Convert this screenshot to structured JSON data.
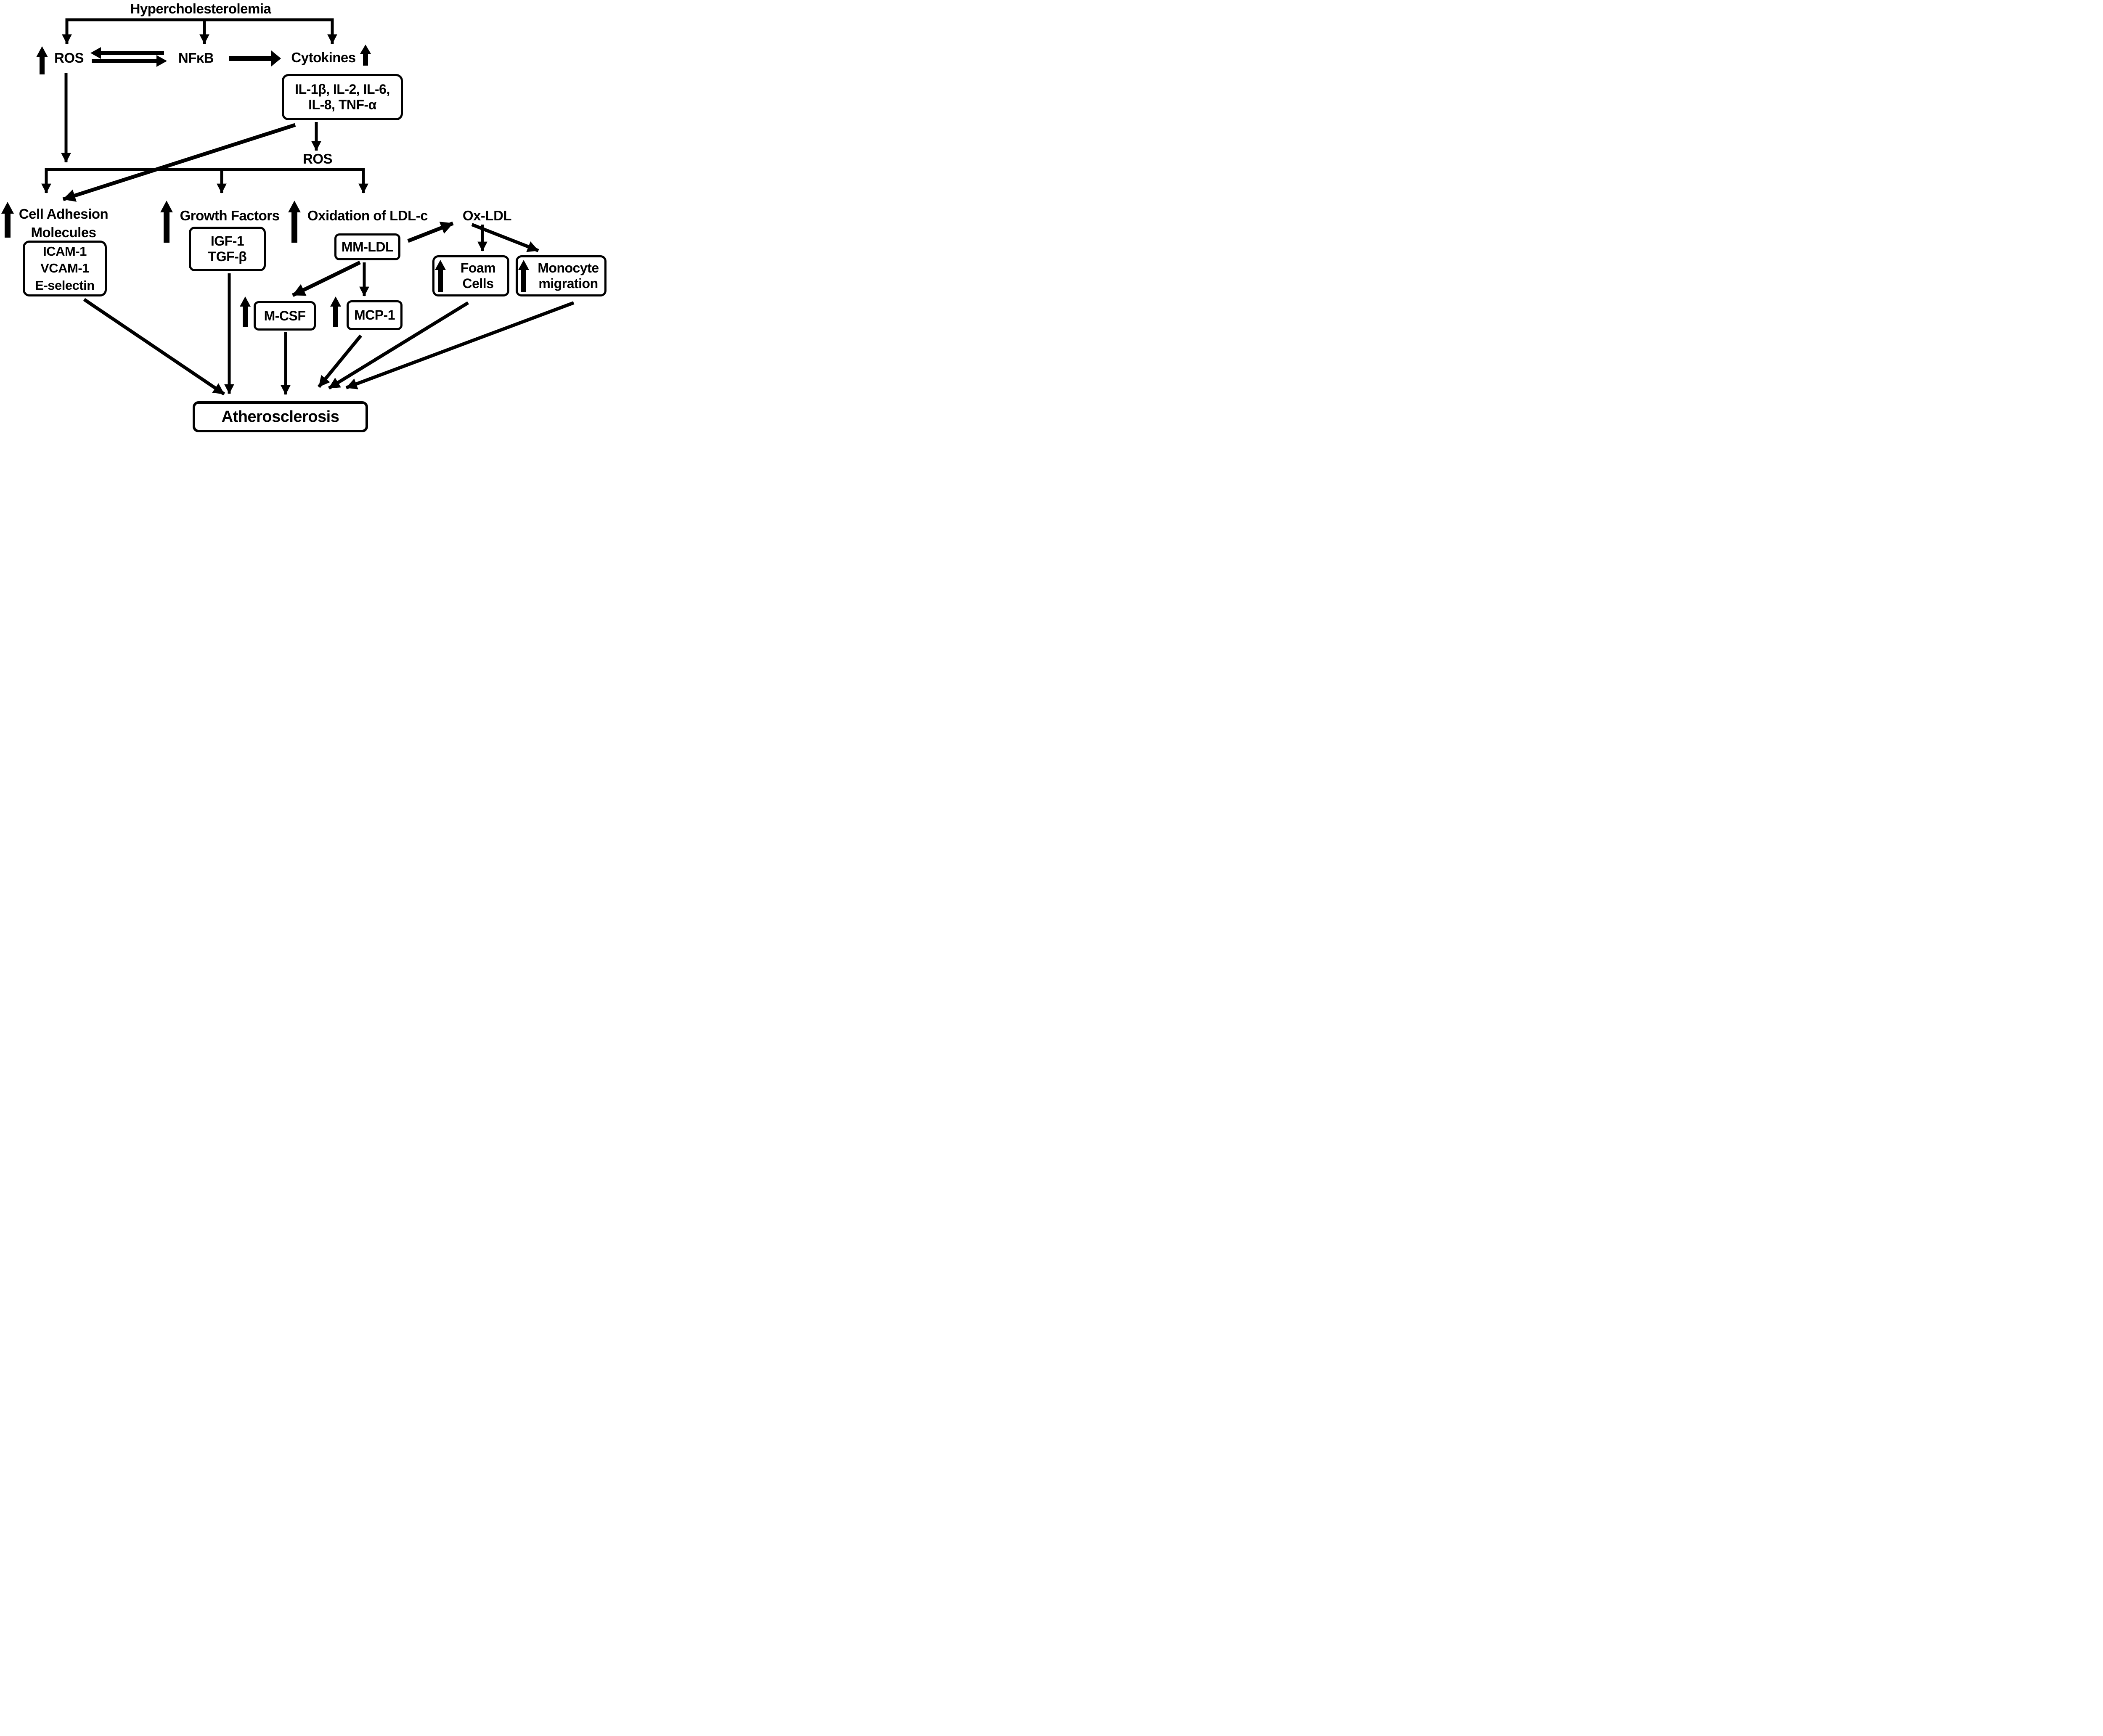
{
  "diagram": {
    "title": "Hypercholesterolemia",
    "colors": {
      "ink": "#000000",
      "background": "#ffffff"
    },
    "nodes": {
      "ros_top": "ROS",
      "nfkb": "NFκB",
      "cytokines": "Cytokines",
      "interleukin_box": {
        "line1": "IL-1β, IL-2, IL-6,",
        "line2": "IL-8, TNF-α"
      },
      "ros_mid": "ROS",
      "cell_adhesion": {
        "line1": "Cell Adhesion",
        "line2": "Molecules"
      },
      "adhesion_box": {
        "line1": "ICAM-1",
        "line2": "VCAM-1",
        "line3": "E-selectin"
      },
      "growth_factors": "Growth Factors",
      "growth_box": {
        "line1": "IGF-1",
        "line2": "TGF-β"
      },
      "oxidation_ldl": "Oxidation of LDL-c",
      "mm_ldl": "MM-LDL",
      "ox_ldl": "Ox-LDL",
      "foam_cells": {
        "line1": "Foam",
        "line2": "Cells"
      },
      "monocyte_migration": {
        "line1": "Monocyte",
        "line2": "migration"
      },
      "m_csf": "M-CSF",
      "mcp_1": "MCP-1",
      "atherosclerosis": "Atherosclerosis"
    }
  }
}
